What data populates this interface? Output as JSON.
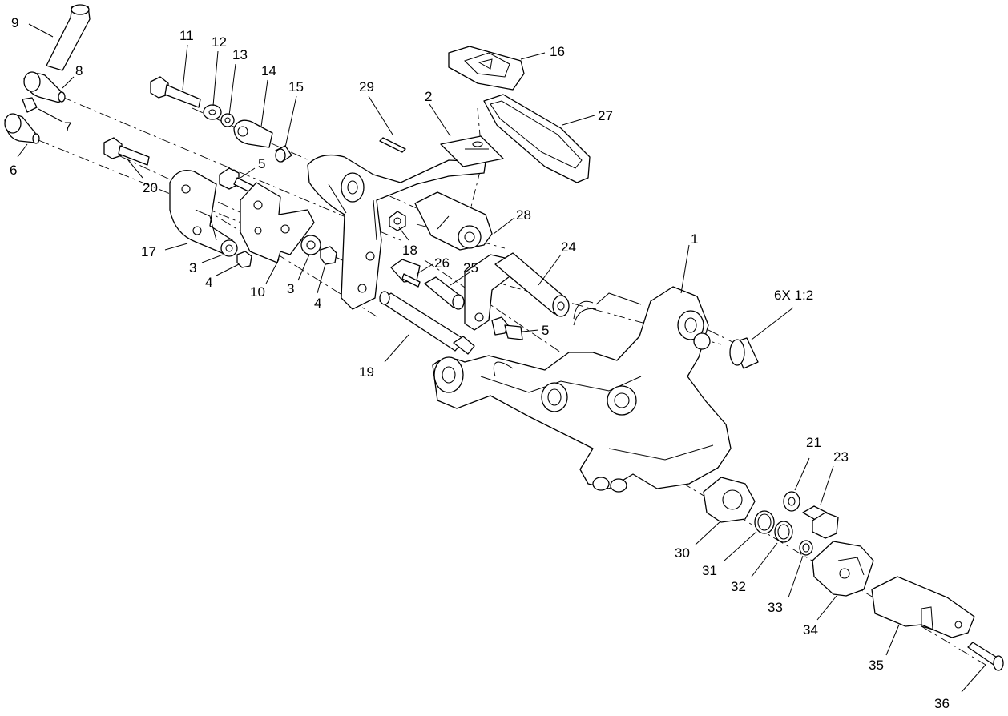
{
  "callouts": {
    "c1": "1",
    "c2": "2",
    "c3a": "3",
    "c3b": "3",
    "c4a": "4",
    "c4b": "4",
    "c5a": "5",
    "c5b": "5",
    "c6": "6",
    "c7": "7",
    "c8": "8",
    "c9": "9",
    "c10": "10",
    "c11": "11",
    "c12": "12",
    "c13": "13",
    "c14": "14",
    "c15": "15",
    "c16": "16",
    "c17": "17",
    "c18": "18",
    "c19": "19",
    "c20": "20",
    "c21": "21",
    "c23": "23",
    "c24": "24",
    "c25": "25",
    "c26": "26",
    "c27": "27",
    "c28": "28",
    "c29": "29",
    "c30": "30",
    "c31": "31",
    "c32": "32",
    "c33": "33",
    "c34": "34",
    "c35": "35",
    "c36": "36"
  },
  "note": "6X 1:2"
}
